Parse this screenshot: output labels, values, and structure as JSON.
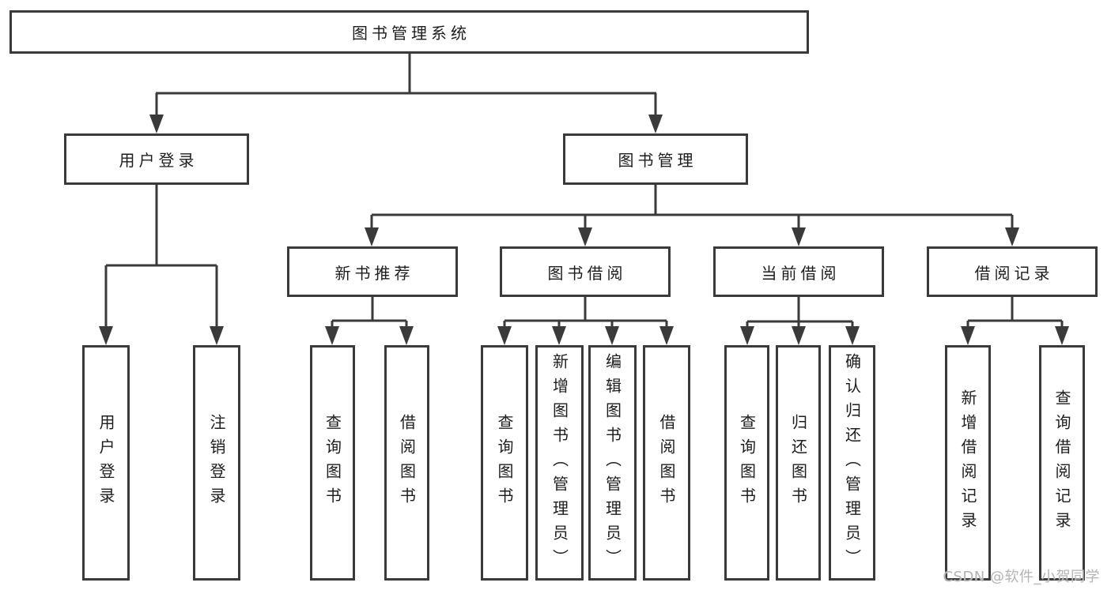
{
  "tree": {
    "root": "图书管理系统",
    "branches": [
      {
        "label": "用户登录",
        "leaves": [
          "用户登录",
          "注销登录"
        ]
      },
      {
        "label": "图书管理",
        "sections": [
          {
            "label": "新书推荐",
            "leaves": [
              "查询图书",
              "借阅图书"
            ]
          },
          {
            "label": "图书借阅",
            "leaves": [
              "查询图书",
              "新增图书（管理员）",
              "编辑图书（管理员）",
              "借阅图书"
            ]
          },
          {
            "label": "当前借阅",
            "leaves": [
              "查询图书",
              "归还图书",
              "确认归还（管理员）"
            ]
          },
          {
            "label": "借阅记录",
            "leaves": [
              "新增借阅记录",
              "查询借阅记录"
            ]
          }
        ]
      }
    ]
  },
  "watermark": {
    "text": "CSDN @软件_小贺同学"
  },
  "colors": {
    "line": "#3a3a3a",
    "text": "#1d1d1d",
    "watermark": "#b3b3b3",
    "background": "#ffffff"
  }
}
